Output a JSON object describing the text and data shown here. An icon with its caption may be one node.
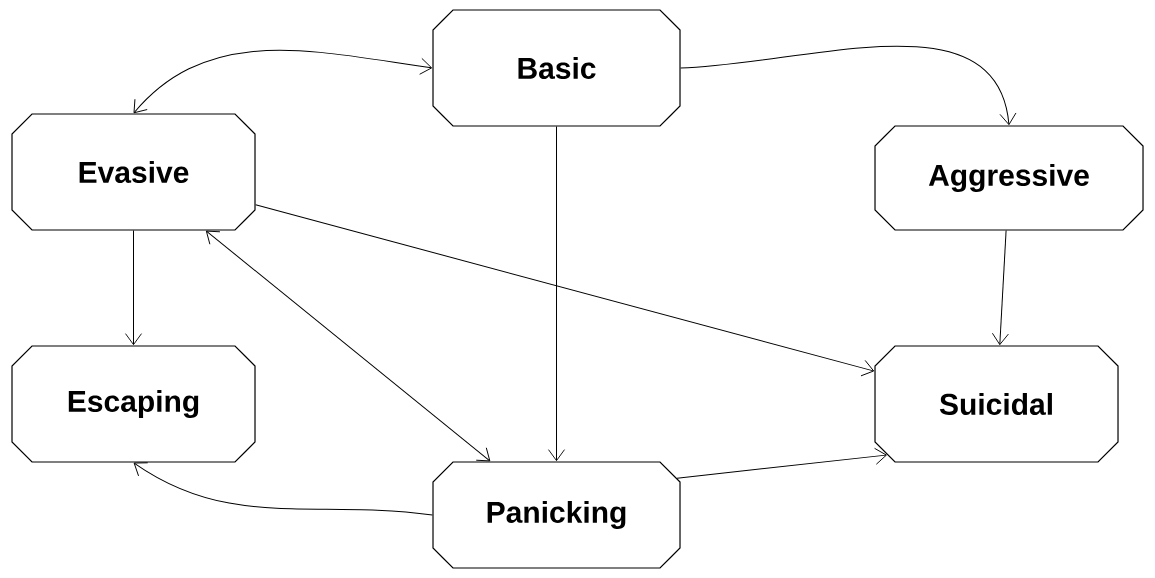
{
  "diagram": {
    "nodes": [
      {
        "text": [
          "Basic"
        ]
      },
      {
        "text": [
          "Evasive"
        ]
      },
      {
        "text": [
          "Aggressive"
        ]
      },
      {
        "text": [
          "Escaping"
        ]
      },
      {
        "text": [
          "Suicidal"
        ]
      },
      {
        "text": [
          "Panicking"
        ]
      }
    ],
    "edges": [
      {
        "from": 0,
        "to": 1,
        "arrow": "both"
      },
      {
        "from": 0,
        "to": 2,
        "arrow": "to"
      },
      {
        "from": 0,
        "to": 5,
        "arrow": "to"
      },
      {
        "from": 1,
        "to": 3,
        "arrow": "to"
      },
      {
        "from": 1,
        "to": 4,
        "arrow": "to"
      },
      {
        "from": 1,
        "to": 5,
        "arrow": "both"
      },
      {
        "from": 2,
        "to": 4,
        "arrow": "to"
      },
      {
        "from": 5,
        "to": 4,
        "arrow": "to"
      },
      {
        "from": 5,
        "to": 3,
        "arrow": "to"
      }
    ]
  }
}
